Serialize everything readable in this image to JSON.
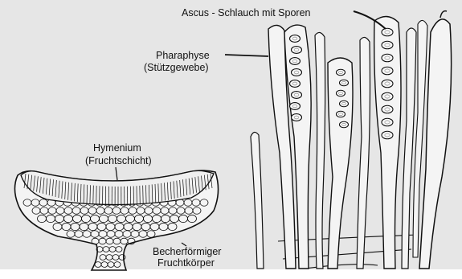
{
  "labels": {
    "ascus": "Ascus - Schlauch mit Sporen",
    "paraphyse_line1": "Pharaphyse",
    "paraphyse_line2": "(Stützgewebe)",
    "hymenium_line1": "Hymenium",
    "hymenium_line2": "(Fruchtschicht)",
    "fruitbody_line1": "Becherförmiger",
    "fruitbody_line2": "Fruchtkörper"
  },
  "colors": {
    "background": "#e6e6e6",
    "ink": "#111111",
    "tissue": "#f4f4f4"
  }
}
